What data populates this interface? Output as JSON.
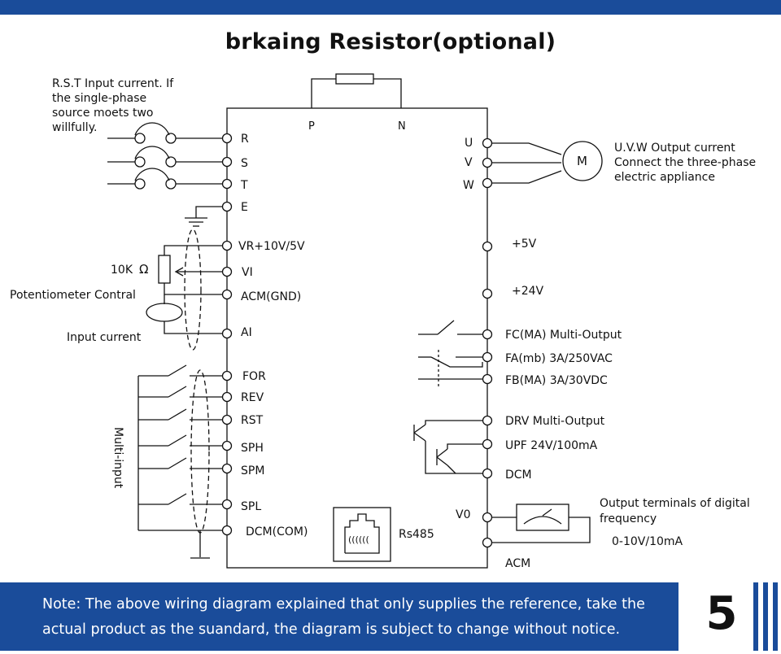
{
  "title": "brkaing Resistor(optional)",
  "colors": {
    "brand": "#1a4c9a",
    "line": "#111111",
    "background": "#ffffff"
  },
  "left_notes": {
    "rst": [
      "R.S.T Input current. If",
      "the single-phase",
      "source moets two",
      "willfully."
    ],
    "resistor": "10K",
    "ohm": "Ω",
    "potentiometer": "Potentiometer Contral",
    "input_current": "Input current",
    "multi_input": "Multi-input"
  },
  "terminals": {
    "top": {
      "p": "P",
      "n": "N"
    },
    "power_in": [
      "R",
      "S",
      "T",
      "E"
    ],
    "analog_in": [
      "VR+10V/5V",
      "VI",
      "ACM(GND)",
      "AI"
    ],
    "digital_in": [
      "FOR",
      "REV",
      "RST",
      "SPH",
      "SPM",
      "SPL",
      "DCM(COM)"
    ],
    "rs485": "Rs485",
    "rj45_glyph": "((((((",
    "power_out": [
      "U",
      "V",
      "W"
    ],
    "motor": "M",
    "supply_out": [
      "+5V",
      "+24V"
    ],
    "relay": [
      "FC(MA)  Multi-Output",
      "FA(mb)  3A/250VAC",
      "FB(MA)  3A/30VDC"
    ],
    "open_collector": [
      "DRV  Multi-Output",
      "UPF  24V/100mA",
      "DCM"
    ],
    "freq_out": [
      "V0",
      "ACM"
    ]
  },
  "right_notes": {
    "uvw": [
      "U.V.W Output current",
      "Connect the three-phase",
      "electric appliance"
    ],
    "freq": [
      "Output terminals of digital",
      "frequency",
      "0-10V/10mA"
    ]
  },
  "note": [
    "Note: The above wiring diagram explained that only supplies the reference, take the",
    "actual product as the suandard, the diagram is subject to change without notice."
  ],
  "page_number": "5"
}
